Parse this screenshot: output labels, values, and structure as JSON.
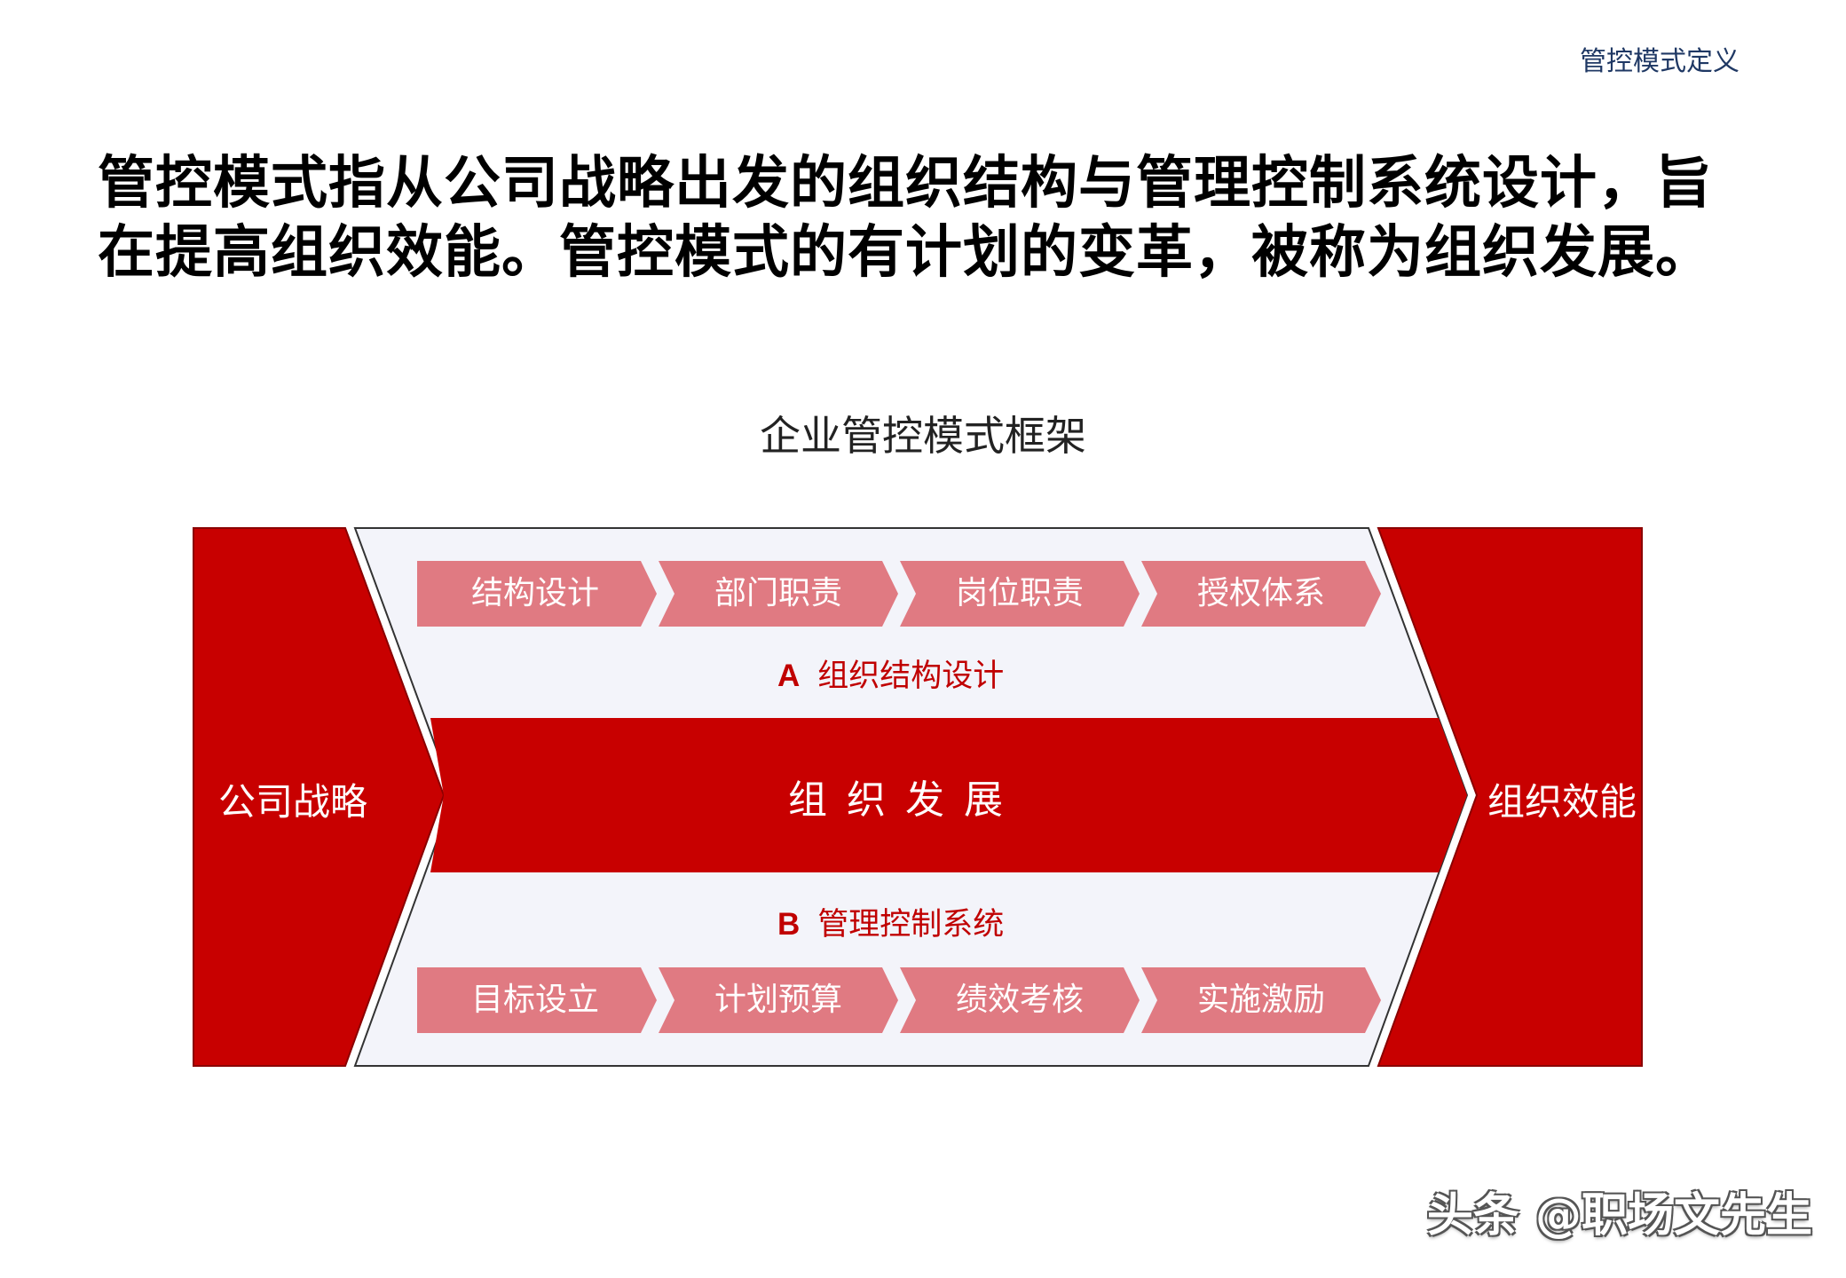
{
  "header": {
    "corner_title": "管控模式定义"
  },
  "headline": {
    "line1": "管控模式指从公司战略出发的组织结构与管理控制系统设计，旨",
    "line2": "在提高组织效能。管控模式的有计划的变革，被称为组织发展。"
  },
  "framework": {
    "title": "企业管控模式框架",
    "left_label": "公司战略",
    "right_label": "组织效能",
    "center_label": "组织发展",
    "section_a": {
      "letter": "A",
      "label": "组织结构设计",
      "steps": [
        "结构设计",
        "部门职责",
        "岗位职责",
        "授权体系"
      ]
    },
    "section_b": {
      "letter": "B",
      "label": "管理控制系统",
      "steps": [
        "目标设立",
        "计划预算",
        "绩效考核",
        "实施激励"
      ]
    },
    "colors": {
      "primary_red": "#c80000",
      "step_pink": "#e07a82",
      "panel_bg": "#f3f4fa"
    }
  },
  "watermark": "头条 @职场文先生"
}
